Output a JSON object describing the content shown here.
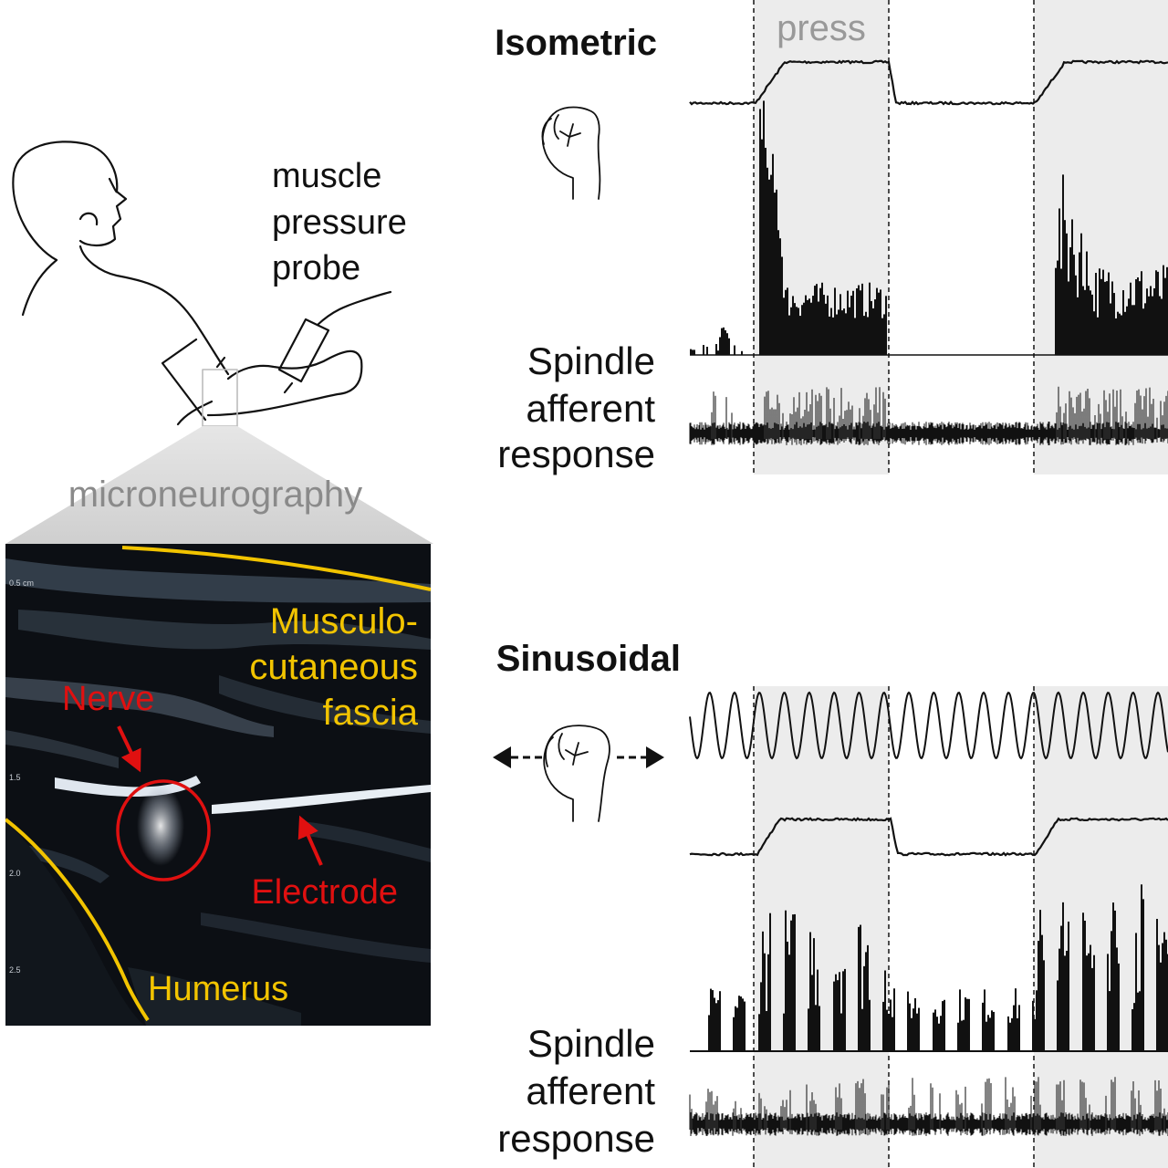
{
  "left_panel": {
    "probe_label": [
      "muscle",
      "pressure",
      "probe"
    ],
    "technique_label": "microneurography",
    "ultrasound": {
      "depth_ticks": [
        "0.5 cm",
        "1.5",
        "2.0",
        "2.5"
      ],
      "structures": {
        "fascia": [
          "Musculo-",
          "cutaneous",
          "fascia"
        ],
        "nerve": "Nerve",
        "electrode": "Electrode",
        "humerus": "Humerus"
      }
    }
  },
  "right_panel": {
    "press_label": "press",
    "isometric": {
      "title": "Isometric",
      "response_label": [
        "Spindle",
        "afferent",
        "response"
      ]
    },
    "sinusoidal": {
      "title": "Sinusoidal",
      "response_label": [
        "Spindle",
        "afferent",
        "response"
      ]
    }
  },
  "colors": {
    "ink": "#111111",
    "press_shading": "#ececec",
    "press_label_gray": "#999999",
    "ultrasound_bg": "#0c0f14",
    "structure_yellow": "#f2c400",
    "annotation_red": "#e01010",
    "microneurography_gray": "#8a8a8a"
  },
  "icons": [
    "person-arm-sketch-icon",
    "fist-icon",
    "double-arrow-icon"
  ]
}
